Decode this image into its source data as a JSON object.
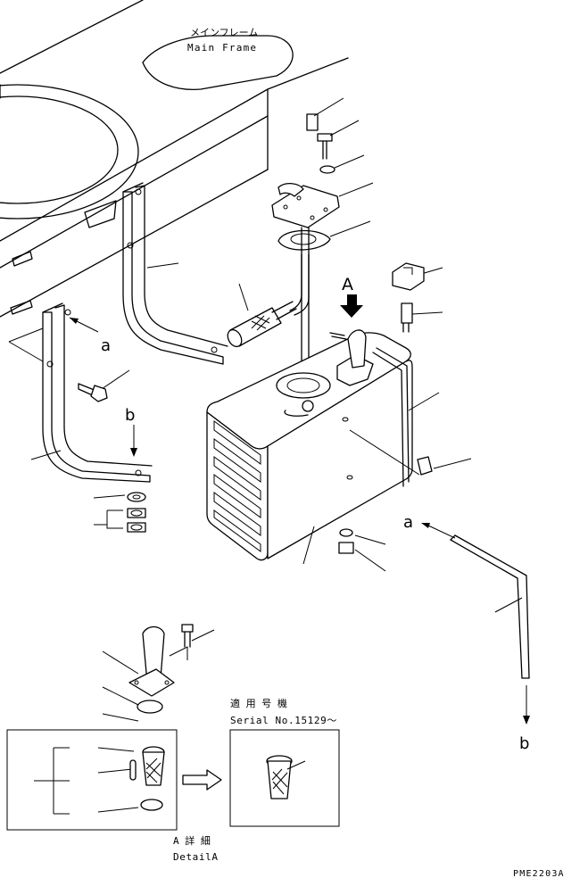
{
  "main_frame": {
    "jp": "メインフレーム",
    "en": "Main Frame"
  },
  "view_marker": "A",
  "callouts": {
    "a1": "a",
    "a2": "a",
    "b1": "b",
    "b2": "b"
  },
  "serial": {
    "jp": "適 用 号 機",
    "en": "Serial No.15129～"
  },
  "detail": {
    "jp": "A 詳 細",
    "en": "DetailA"
  },
  "drawing_code": "PME2203A"
}
